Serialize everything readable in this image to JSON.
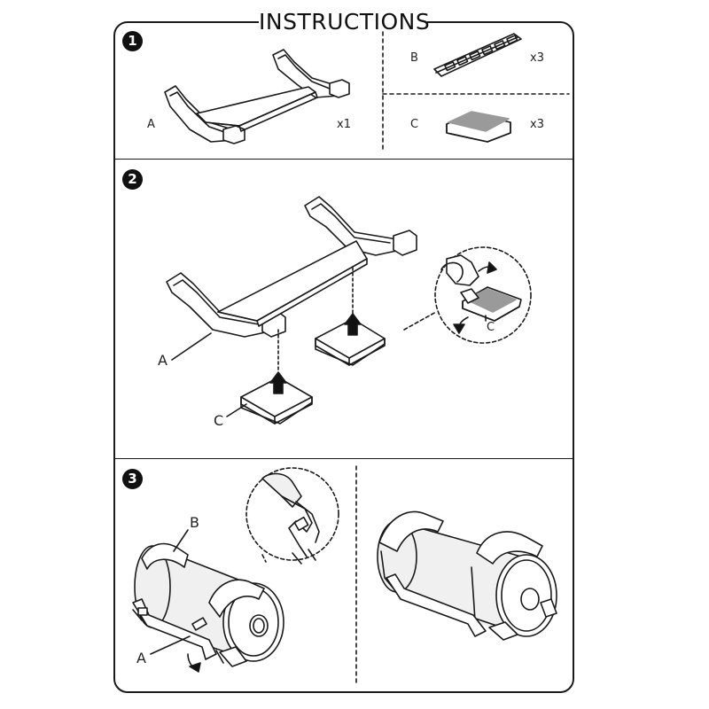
{
  "title": "INSTRUCTIONS",
  "steps": {
    "s1": "❶",
    "s2": "❷",
    "s3": "❸"
  },
  "step1": {
    "part_a": {
      "label": "A",
      "qty": "x1"
    },
    "part_b": {
      "label": "B",
      "qty": "x3"
    },
    "part_c": {
      "label": "C",
      "qty": "x3"
    }
  },
  "step2": {
    "callout_a": "A",
    "callout_c": "C",
    "detail_c": "C"
  },
  "step3": {
    "callout_b": "B",
    "callout_a": "A"
  },
  "colors": {
    "line": "#1a1a1a",
    "pad_fill": "#9a9a9a",
    "roller_fill": "#f0f0f0"
  }
}
